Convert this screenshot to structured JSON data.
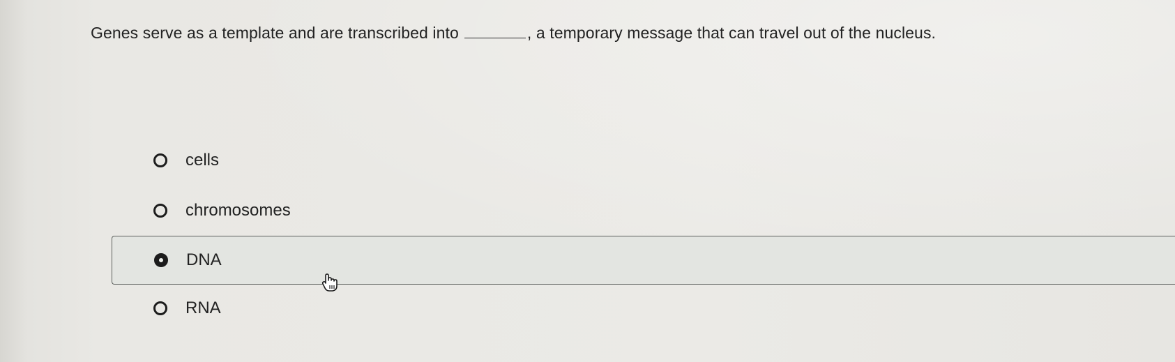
{
  "question": {
    "text_before": "Genes serve as a template and are transcribed into",
    "text_after": ", a temporary message that can travel out of the nucleus."
  },
  "options": [
    {
      "label": "cells",
      "selected": false
    },
    {
      "label": "chromosomes",
      "selected": false
    },
    {
      "label": "DNA",
      "selected": true
    },
    {
      "label": "RNA",
      "selected": false
    }
  ],
  "cursor": {
    "icon": "hand-pointer-icon"
  }
}
